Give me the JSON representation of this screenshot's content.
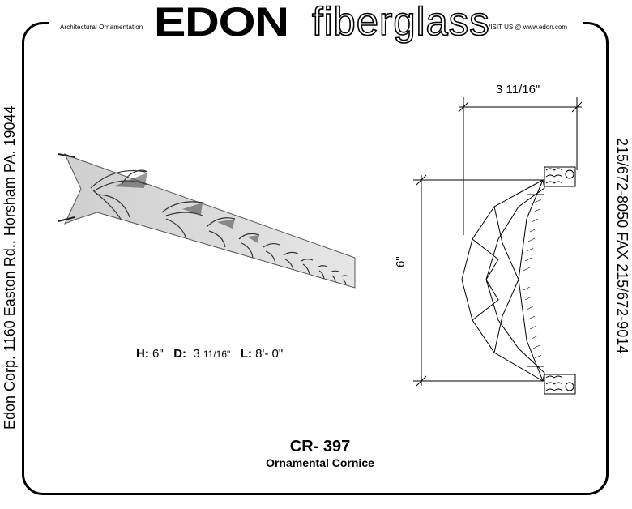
{
  "header": {
    "tagline_left": "Architectural Ornamentation",
    "brand_bold": "EDON",
    "brand_outline": "fiberglass",
    "tagline_right": "VISIT US @ www.edon.com"
  },
  "sidebar_left": {
    "address": "Edon Corp.  1160 Easton Rd., Horsham PA. 19044"
  },
  "sidebar_right": {
    "phone": "215/672-8050  FAX 215/672-9014"
  },
  "specs": {
    "h_label": "H:",
    "h_value": "6\"",
    "d_label": "D:",
    "d_value_whole": "3",
    "d_value_frac": "11/16\"",
    "l_label": "L:",
    "l_value": "8'- 0\""
  },
  "drawing": {
    "width_label": "3 11/16\"",
    "height_label": "6\""
  },
  "product": {
    "code": "CR- 397",
    "name": "Ornamental Cornice"
  }
}
